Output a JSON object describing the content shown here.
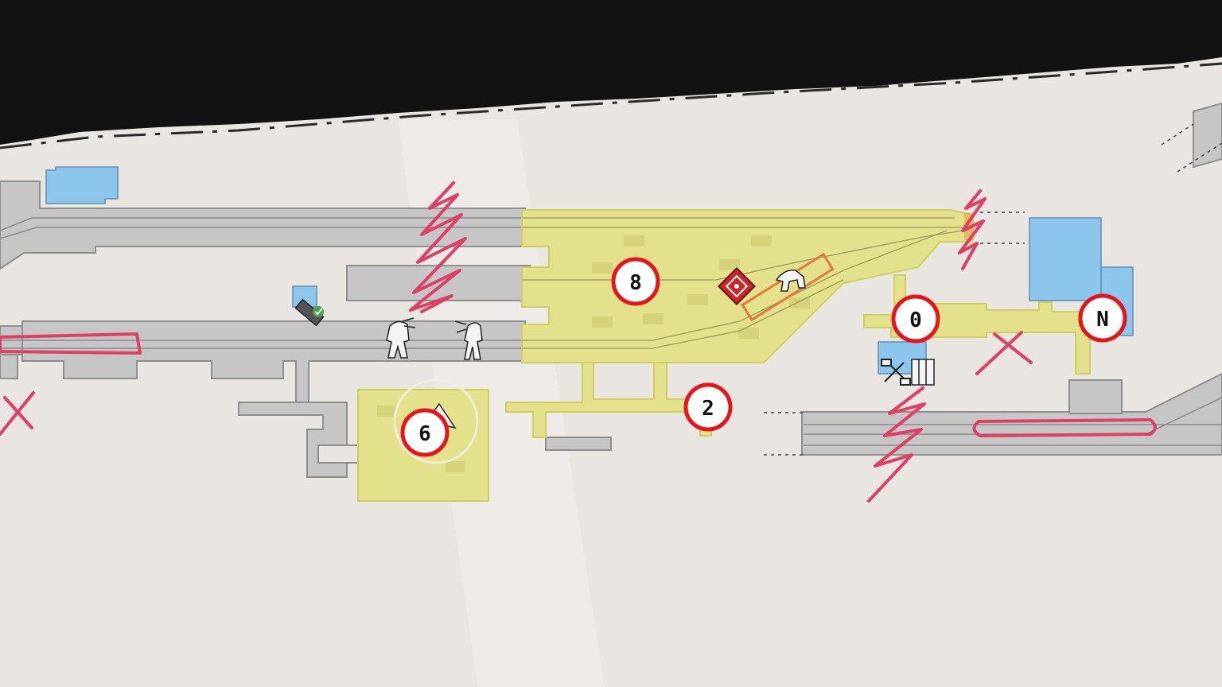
{
  "map": {
    "colors": {
      "paper": "#e9e5e1",
      "ink": "#121212",
      "corridor": "#c6c6c6",
      "corridor_edge": "#8f8f8f",
      "highlight": "#e3e18c",
      "highlight_edge": "#cfd05a",
      "room_blue": "#8cc6ec",
      "scribble": "#de3f62",
      "marker_ring": "#e8141b",
      "objective": "#c9272c"
    },
    "markers": [
      {
        "id": "marker-8",
        "label": "8"
      },
      {
        "id": "marker-6",
        "label": "6"
      },
      {
        "id": "marker-2",
        "label": "2"
      },
      {
        "id": "marker-0",
        "label": "0"
      },
      {
        "id": "marker-n",
        "label": "N"
      }
    ],
    "icons": [
      "player-arrow-icon",
      "objective-icon",
      "workbench-icon",
      "locker-icon",
      "checkmark-icon",
      "zombie-icon",
      "rat-icon"
    ]
  }
}
